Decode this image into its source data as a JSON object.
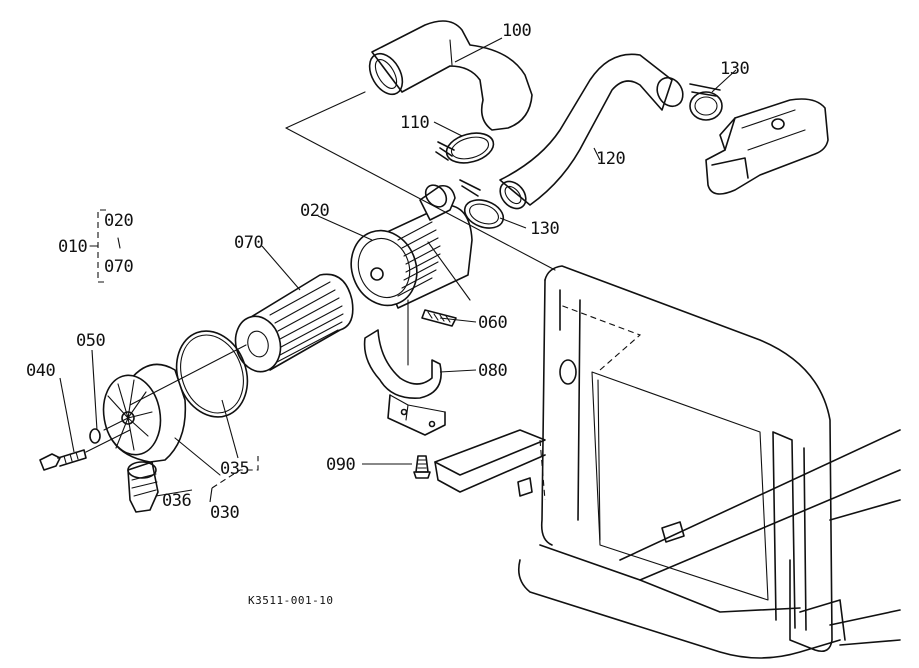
{
  "drawing_id": "K3511-001-10",
  "callouts": {
    "c010": "010",
    "c020_group": "020",
    "c070_group": "070",
    "c020": "020",
    "c030": "030",
    "c035": "035",
    "c036": "036",
    "c040": "040",
    "c050": "050",
    "c060": "060",
    "c070": "070",
    "c080": "080",
    "c090": "090",
    "c100": "100",
    "c110": "110",
    "c120": "120",
    "c130_top": "130",
    "c130_mid": "130"
  }
}
